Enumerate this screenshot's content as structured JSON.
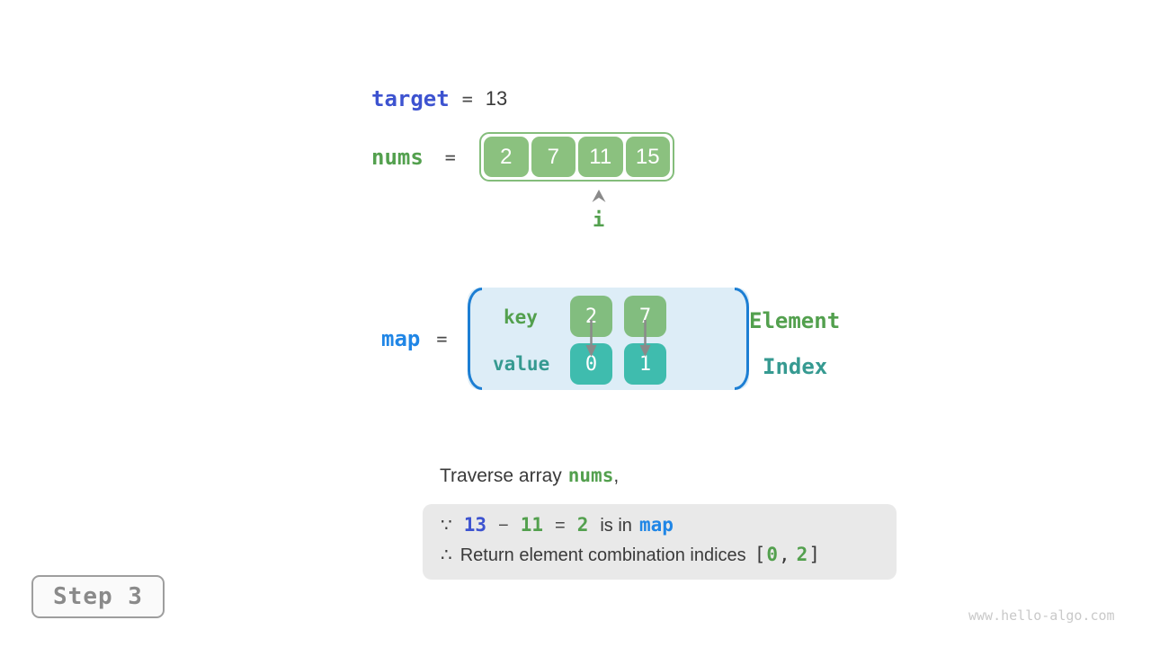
{
  "colors": {
    "keyword_blue": "#3d53d0",
    "map_blue": "#2086e6",
    "green_text": "#53a04e",
    "teal_text": "#369a91",
    "green_fill": "#82bd7f",
    "teal_fill": "#3fbcae",
    "map_bg": "#ddedf7",
    "bracket_blue": "#1c7ed3",
    "note_bg": "#e9e9e9",
    "dark_text": "#3a3a3a",
    "gray": "#8a8a8a"
  },
  "target_line": {
    "keyword": "target",
    "equals": "=",
    "value": "13"
  },
  "nums_line": {
    "keyword": "nums",
    "equals": "=",
    "cells": [
      "2",
      "7",
      "11",
      "15"
    ],
    "pointer": {
      "label": "i",
      "index": 2
    }
  },
  "map_section": {
    "keyword": "map",
    "equals": "=",
    "key_row_label": "key",
    "value_row_label": "value",
    "entries": [
      {
        "key": "2",
        "value": "0"
      },
      {
        "key": "7",
        "value": "1"
      }
    ],
    "element_label": "Element",
    "index_label": "Index"
  },
  "caption": {
    "prefix": "Traverse array",
    "code": "nums",
    "suffix": ","
  },
  "note": {
    "line1": {
      "because": "∵",
      "lhs": "13",
      "minus": "−",
      "subtrahend": "11",
      "equals": "=",
      "result": "2",
      "text": "is in",
      "code": "map"
    },
    "line2": {
      "therefore": "∴",
      "text": "Return element combination indices",
      "open_bracket": "[",
      "index1": "0",
      "comma": ",",
      "index2": "2",
      "close_bracket": "]"
    }
  },
  "step_badge": {
    "label": "Step 3"
  },
  "watermark": "www.hello-algo.com"
}
